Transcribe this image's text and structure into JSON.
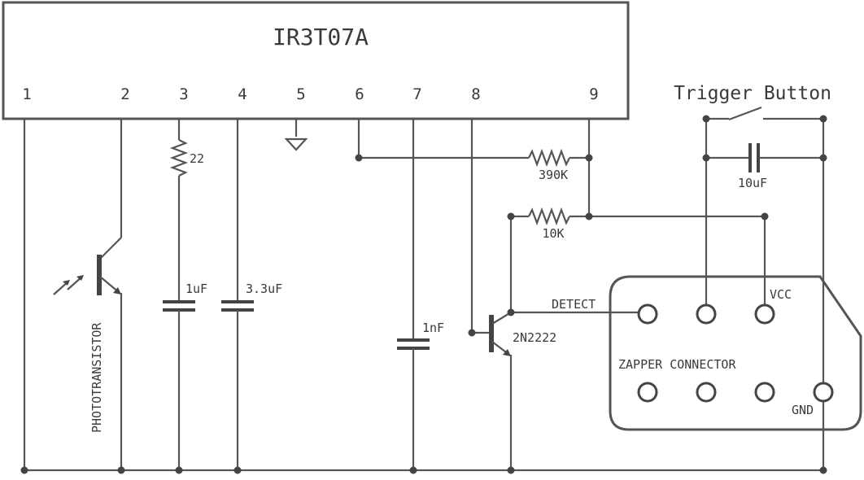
{
  "chip": {
    "name": "IR3T07A",
    "pins": [
      "1",
      "2",
      "3",
      "4",
      "5",
      "6",
      "7",
      "8",
      "9"
    ]
  },
  "components": {
    "r_22": "22",
    "r_390k": "390K",
    "r_10k": "10K",
    "c_1uf": "1uF",
    "c_3_3uf": "3.3uF",
    "c_1nf": "1nF",
    "c_10uf": "10uF",
    "phototransistor": "PHOTOTRANSISTOR",
    "transistor": "2N2222"
  },
  "labels": {
    "trigger": "Trigger Button",
    "detect": "DETECT",
    "vcc": "VCC",
    "gnd": "GND",
    "connector": "ZAPPER CONNECTOR"
  }
}
